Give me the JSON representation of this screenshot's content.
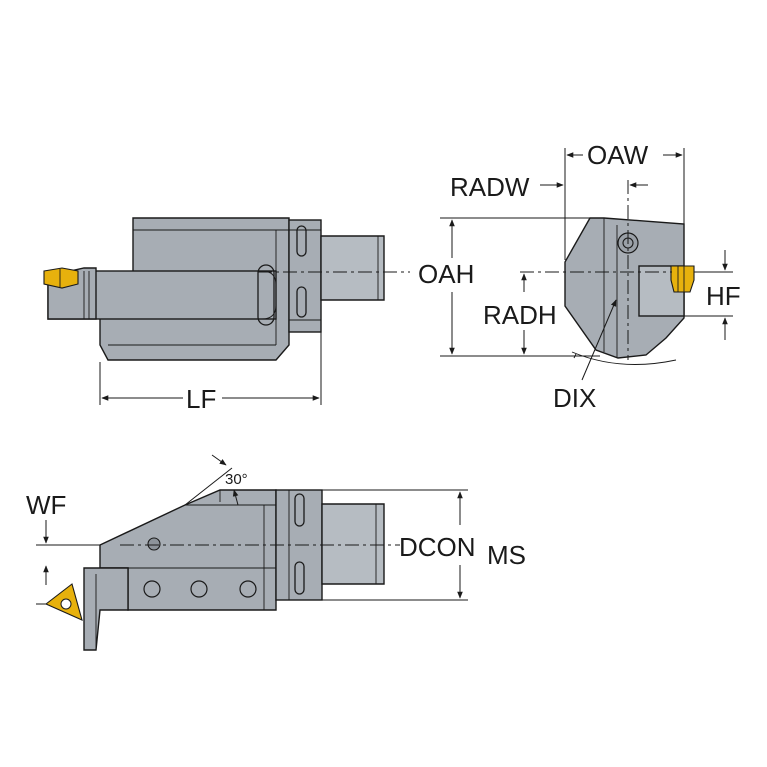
{
  "colors": {
    "body": "#a7adb4",
    "insert": "#e7b10d",
    "line": "#1a1a1a",
    "background": "#ffffff"
  },
  "labels": {
    "lf": "LF",
    "oah": "OAH",
    "oaw": "OAW",
    "radw": "RADW",
    "radh": "RADH",
    "hf": "HF",
    "dix": "DIX",
    "wf": "WF",
    "angle": "30°",
    "dcon": "DCON",
    "dcon_sub": "MS"
  }
}
